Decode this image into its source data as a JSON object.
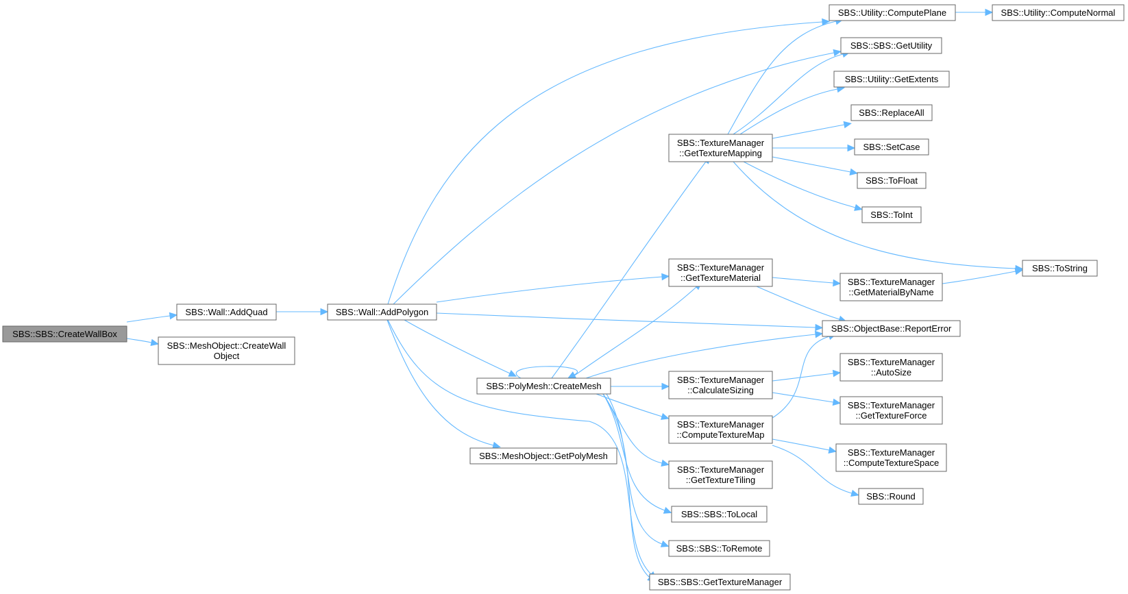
{
  "colors": {
    "edge": "#63b8ff",
    "root_fill": "#999999",
    "node_border": "#666666"
  },
  "nodes": [
    {
      "id": "createwallbox",
      "lines": [
        "SBS::SBS::CreateWallBox"
      ],
      "root": true
    },
    {
      "id": "addquad",
      "lines": [
        "SBS::Wall::AddQuad"
      ]
    },
    {
      "id": "createwallobject",
      "lines": [
        "SBS::MeshObject::CreateWall",
        "Object"
      ]
    },
    {
      "id": "addpolygon",
      "lines": [
        "SBS::Wall::AddPolygon"
      ]
    },
    {
      "id": "computeplane",
      "lines": [
        "SBS::Utility::ComputePlane"
      ]
    },
    {
      "id": "computenormal",
      "lines": [
        "SBS::Utility::ComputeNormal"
      ]
    },
    {
      "id": "getutility",
      "lines": [
        "SBS::SBS::GetUtility"
      ]
    },
    {
      "id": "getextents",
      "lines": [
        "SBS::Utility::GetExtents"
      ]
    },
    {
      "id": "replaceall",
      "lines": [
        "SBS::ReplaceAll"
      ]
    },
    {
      "id": "setcase",
      "lines": [
        "SBS::SetCase"
      ]
    },
    {
      "id": "tofloat",
      "lines": [
        "SBS::ToFloat"
      ]
    },
    {
      "id": "toint",
      "lines": [
        "SBS::ToInt"
      ]
    },
    {
      "id": "tostring",
      "lines": [
        "SBS::ToString"
      ]
    },
    {
      "id": "gettexturemapping",
      "lines": [
        "SBS::TextureManager",
        "::GetTextureMapping"
      ]
    },
    {
      "id": "gettexturematerial",
      "lines": [
        "SBS::TextureManager",
        "::GetTextureMaterial"
      ]
    },
    {
      "id": "getmaterialbyname",
      "lines": [
        "SBS::TextureManager",
        "::GetMaterialByName"
      ]
    },
    {
      "id": "reporterror",
      "lines": [
        "SBS::ObjectBase::ReportError"
      ]
    },
    {
      "id": "createmesh",
      "lines": [
        "SBS::PolyMesh::CreateMesh"
      ]
    },
    {
      "id": "calculatesizing",
      "lines": [
        "SBS::TextureManager",
        "::CalculateSizing"
      ]
    },
    {
      "id": "autosize",
      "lines": [
        "SBS::TextureManager",
        "::AutoSize"
      ]
    },
    {
      "id": "gettextureforce",
      "lines": [
        "SBS::TextureManager",
        "::GetTextureForce"
      ]
    },
    {
      "id": "computetexturemap",
      "lines": [
        "SBS::TextureManager",
        "::ComputeTextureMap"
      ]
    },
    {
      "id": "computetexturespace",
      "lines": [
        "SBS::TextureManager",
        "::ComputeTextureSpace"
      ]
    },
    {
      "id": "round",
      "lines": [
        "SBS::Round"
      ]
    },
    {
      "id": "getpolymesh",
      "lines": [
        "SBS::MeshObject::GetPolyMesh"
      ]
    },
    {
      "id": "gettexturetiling",
      "lines": [
        "SBS::TextureManager",
        "::GetTextureTiling"
      ]
    },
    {
      "id": "tolocal",
      "lines": [
        "SBS::SBS::ToLocal"
      ]
    },
    {
      "id": "toremote",
      "lines": [
        "SBS::SBS::ToRemote"
      ]
    },
    {
      "id": "gettexturemanager",
      "lines": [
        "SBS::SBS::GetTextureManager"
      ]
    }
  ],
  "edges": [
    {
      "from": "createwallbox",
      "to": "addquad"
    },
    {
      "from": "createwallbox",
      "to": "createwallobject"
    },
    {
      "from": "addquad",
      "to": "addpolygon"
    },
    {
      "from": "addpolygon",
      "to": "computeplane"
    },
    {
      "from": "addpolygon",
      "to": "getutility"
    },
    {
      "from": "addpolygon",
      "to": "gettexturematerial"
    },
    {
      "from": "addpolygon",
      "to": "reporterror"
    },
    {
      "from": "addpolygon",
      "to": "createmesh"
    },
    {
      "from": "addpolygon",
      "to": "getpolymesh"
    },
    {
      "from": "addpolygon",
      "to": "gettexturemanager"
    },
    {
      "from": "computeplane",
      "to": "computenormal"
    },
    {
      "from": "gettexturemapping",
      "to": "computeplane"
    },
    {
      "from": "gettexturemapping",
      "to": "getutility"
    },
    {
      "from": "gettexturemapping",
      "to": "getextents"
    },
    {
      "from": "gettexturemapping",
      "to": "replaceall"
    },
    {
      "from": "gettexturemapping",
      "to": "setcase"
    },
    {
      "from": "gettexturemapping",
      "to": "tofloat"
    },
    {
      "from": "gettexturemapping",
      "to": "toint"
    },
    {
      "from": "gettexturemapping",
      "to": "tostring"
    },
    {
      "from": "gettexturematerial",
      "to": "getmaterialbyname"
    },
    {
      "from": "gettexturematerial",
      "to": "reporterror"
    },
    {
      "from": "getmaterialbyname",
      "to": "tostring"
    },
    {
      "from": "createmesh",
      "to": "gettexturemapping"
    },
    {
      "from": "createmesh",
      "to": "gettexturematerial"
    },
    {
      "from": "createmesh",
      "to": "reporterror"
    },
    {
      "from": "createmesh",
      "to": "createmesh"
    },
    {
      "from": "createmesh",
      "to": "calculatesizing"
    },
    {
      "from": "createmesh",
      "to": "computetexturemap"
    },
    {
      "from": "createmesh",
      "to": "gettexturetiling"
    },
    {
      "from": "createmesh",
      "to": "tolocal"
    },
    {
      "from": "createmesh",
      "to": "toremote"
    },
    {
      "from": "createmesh",
      "to": "gettexturemanager"
    },
    {
      "from": "calculatesizing",
      "to": "autosize"
    },
    {
      "from": "calculatesizing",
      "to": "gettextureforce"
    },
    {
      "from": "computetexturemap",
      "to": "reporterror"
    },
    {
      "from": "computetexturemap",
      "to": "computetexturespace"
    },
    {
      "from": "computetexturemap",
      "to": "round"
    }
  ]
}
